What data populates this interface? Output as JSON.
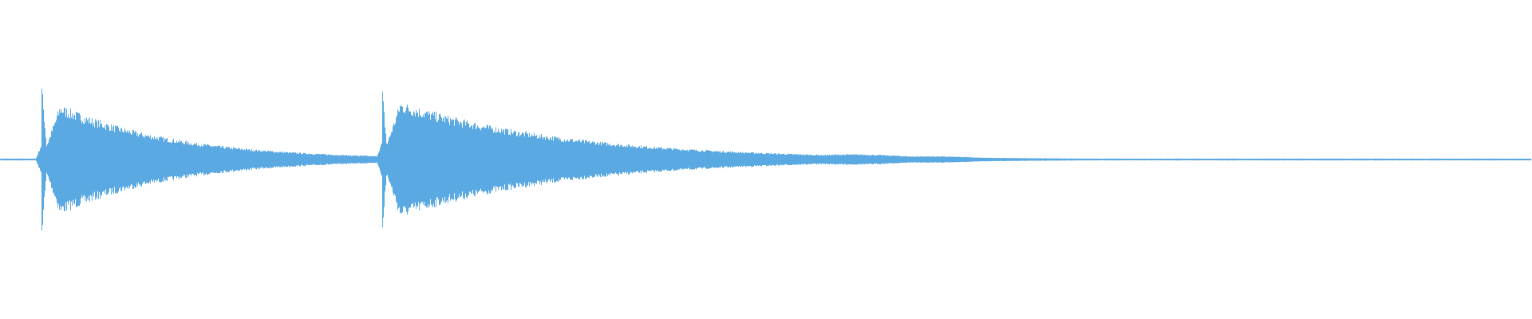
{
  "waveform": {
    "color": "#5aa9e2",
    "background": "#ffffff",
    "strikes": [
      {
        "onset": 0.027,
        "peak": 0.98,
        "body": 0.7,
        "decay": 0.075
      },
      {
        "onset": 0.249,
        "peak": 1.0,
        "body": 0.74,
        "decay": 0.11
      }
    ],
    "tail_swells": [
      {
        "center": 0.425,
        "width": 0.035,
        "amplitude": 0.035
      },
      {
        "center": 0.48,
        "width": 0.03,
        "amplitude": 0.05
      },
      {
        "center": 0.555,
        "width": 0.05,
        "amplitude": 0.055
      },
      {
        "center": 0.605,
        "width": 0.04,
        "amplitude": 0.03
      }
    ],
    "noise_floor": 0.012
  }
}
